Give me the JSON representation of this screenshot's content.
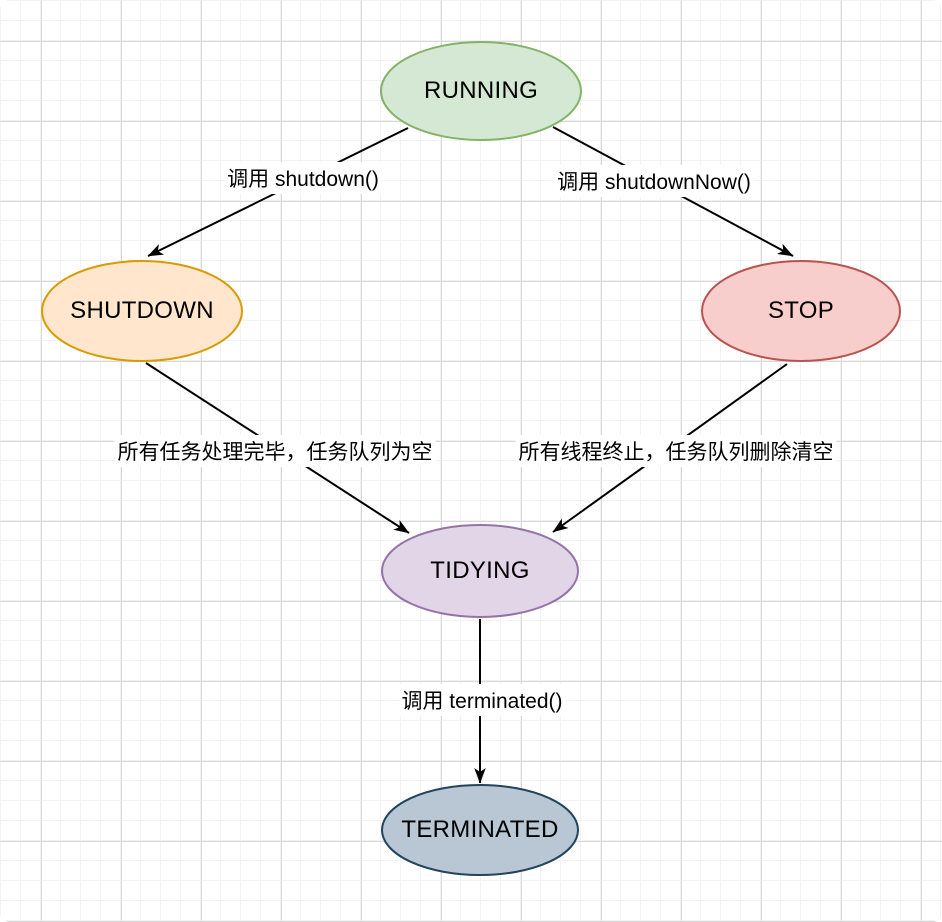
{
  "diagram": {
    "type": "state-diagram",
    "nodes": [
      {
        "id": "running",
        "label": "RUNNING",
        "fill": "#d5e8d4",
        "stroke": "#82b366"
      },
      {
        "id": "shutdown",
        "label": "SHUTDOWN",
        "fill": "#ffe6cc",
        "stroke": "#d79b00"
      },
      {
        "id": "stop",
        "label": "STOP",
        "fill": "#f8cecc",
        "stroke": "#b85450"
      },
      {
        "id": "tidying",
        "label": "TIDYING",
        "fill": "#e1d5e7",
        "stroke": "#9673a6"
      },
      {
        "id": "terminated",
        "label": "TERMINATED",
        "fill": "#b9c7d4",
        "stroke": "#23445d"
      }
    ],
    "edges": [
      {
        "from": "running",
        "to": "shutdown",
        "label": "调用 shutdown()"
      },
      {
        "from": "running",
        "to": "stop",
        "label": "调用 shutdownNow()"
      },
      {
        "from": "shutdown",
        "to": "tidying",
        "label": "所有任务处理完毕，任务队列为空"
      },
      {
        "from": "stop",
        "to": "tidying",
        "label": "所有线程终止，任务队列删除清空"
      },
      {
        "from": "tidying",
        "to": "terminated",
        "label": "调用 terminated()"
      }
    ],
    "colors": {
      "edge": "#000000",
      "label_text": "#000000",
      "label_background": "#ffffff",
      "background": "#ffffff",
      "grid_minor": "#f2f2f2",
      "grid_major": "#d9d9d9"
    }
  }
}
